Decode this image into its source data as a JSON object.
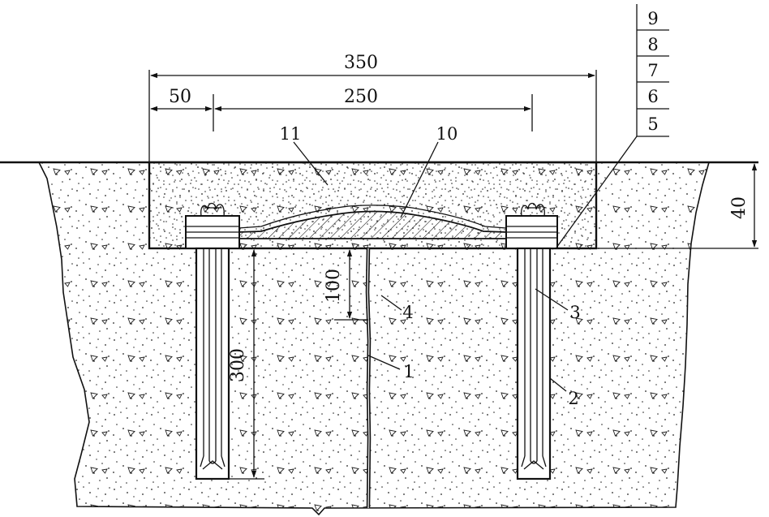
{
  "dimensions": {
    "total_width": "350",
    "edge_offset": "50",
    "inner_width": "250",
    "slab_depth": "40",
    "anchor_depth": "300",
    "crack_depth": "100"
  },
  "callouts": {
    "crack": "1",
    "borehole": "2",
    "anchor_bar": "3",
    "seal": "4",
    "item_5": "5",
    "item_6": "6",
    "item_7": "7",
    "item_8": "8",
    "item_9": "9",
    "arch_plate": "10",
    "overlay": "11"
  }
}
